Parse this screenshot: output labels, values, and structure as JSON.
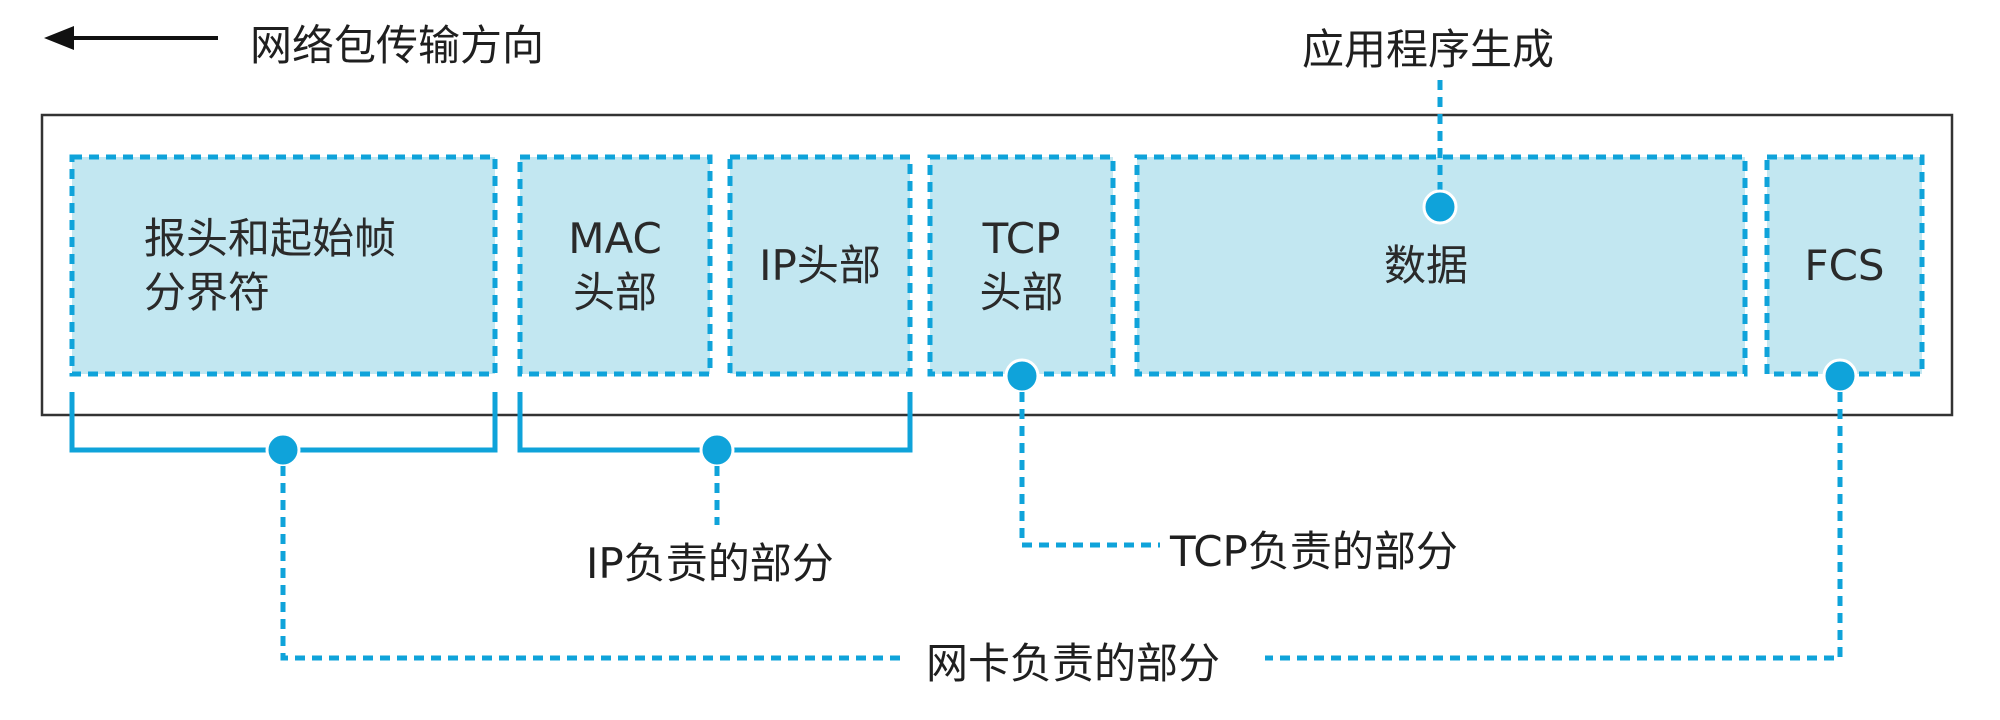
{
  "direction": {
    "label": "网络包传输方向"
  },
  "app_label": "应用程序生成",
  "segments": [
    {
      "id": "preamble",
      "lines": [
        "报头和起始帧",
        "分界符"
      ]
    },
    {
      "id": "mac",
      "lines": [
        "MAC",
        "头部"
      ]
    },
    {
      "id": "ip",
      "lines": [
        "IP头部"
      ]
    },
    {
      "id": "tcp",
      "lines": [
        "TCP",
        "头部"
      ]
    },
    {
      "id": "data",
      "lines": [
        "数据"
      ]
    },
    {
      "id": "fcs",
      "lines": [
        "FCS"
      ]
    }
  ],
  "responsibilities": {
    "ip": "IP负责的部分",
    "tcp": "TCP负责的部分",
    "nic": "网卡负责的部分"
  },
  "colors": {
    "accent": "#0fa3da",
    "segment_fill": "#c2e7f1",
    "frame": "#333333",
    "arrow": "#111111"
  }
}
